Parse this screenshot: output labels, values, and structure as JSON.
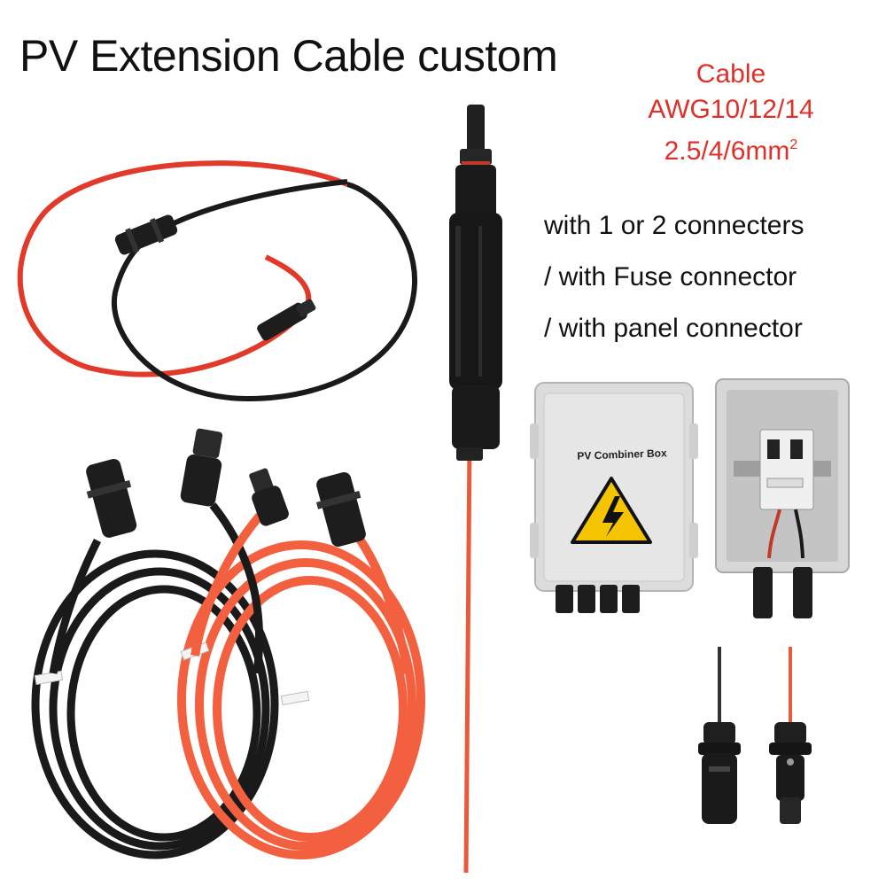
{
  "headline": "PV Extension Cable custom",
  "spec": {
    "line1": "Cable",
    "line2": "AWG10/12/14",
    "line3": "2.5/4/6mm",
    "line3_sup": "2"
  },
  "options": [
    "with 1 or 2 connecters",
    "/ with Fuse connector",
    "/ with panel connector"
  ],
  "combiner_box_label": "PV Combiner Box",
  "colors": {
    "red_cable": "#e23a2a",
    "orange_cable": "#f2603f",
    "black_cable": "#1a1a1a",
    "spec_text": "#e0302a",
    "box_gray": "#dcdcdc"
  },
  "icons": [
    "high-voltage-warning-icon"
  ]
}
